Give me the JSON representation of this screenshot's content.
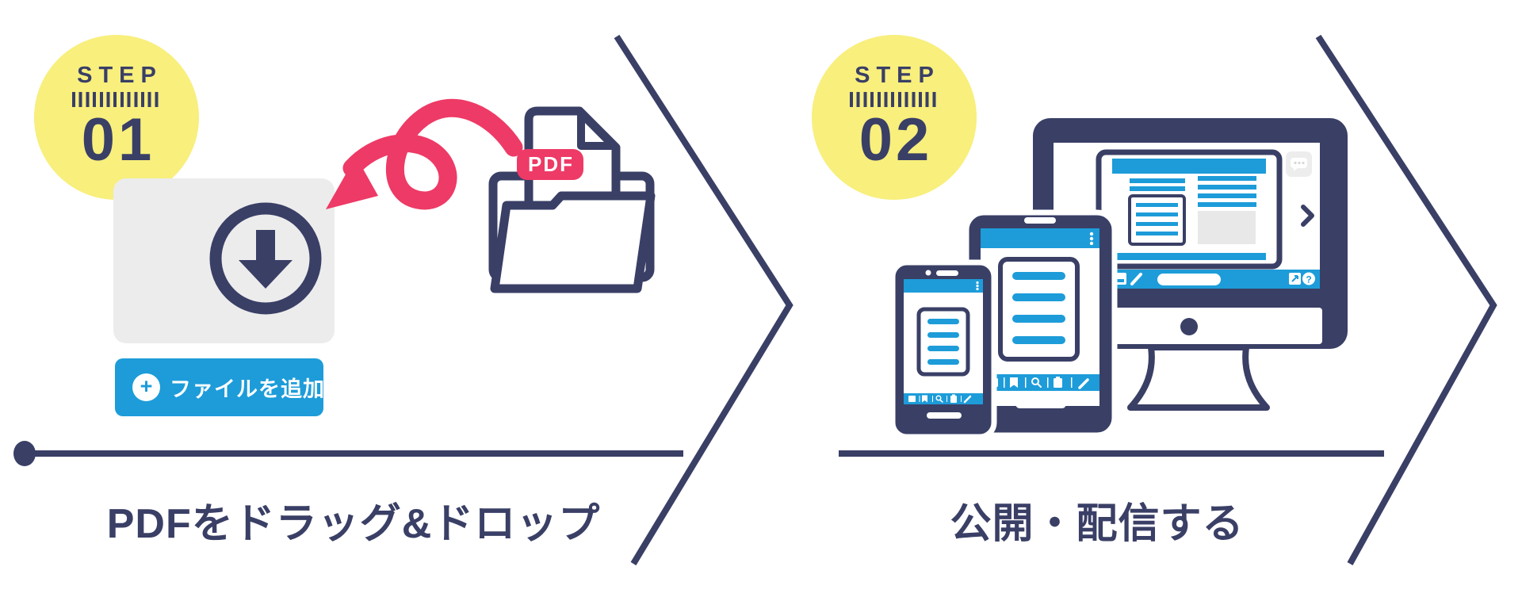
{
  "palette": {
    "navy": "#3A3F66",
    "yellow": "#F8EF7D",
    "pink": "#EE3A66",
    "blue": "#1D9CD9",
    "light_gray": "#ECECEC"
  },
  "step1": {
    "badge_label": "STEP",
    "badge_number": "01",
    "caption": "PDFをドラッグ&ドロップ",
    "add_file_button_label": "ファイルを追加",
    "plus_glyph": "+",
    "pdf_label": "PDF"
  },
  "step2": {
    "badge_label": "STEP",
    "badge_number": "02",
    "caption": "公開・配信する",
    "help_glyph": "?"
  }
}
